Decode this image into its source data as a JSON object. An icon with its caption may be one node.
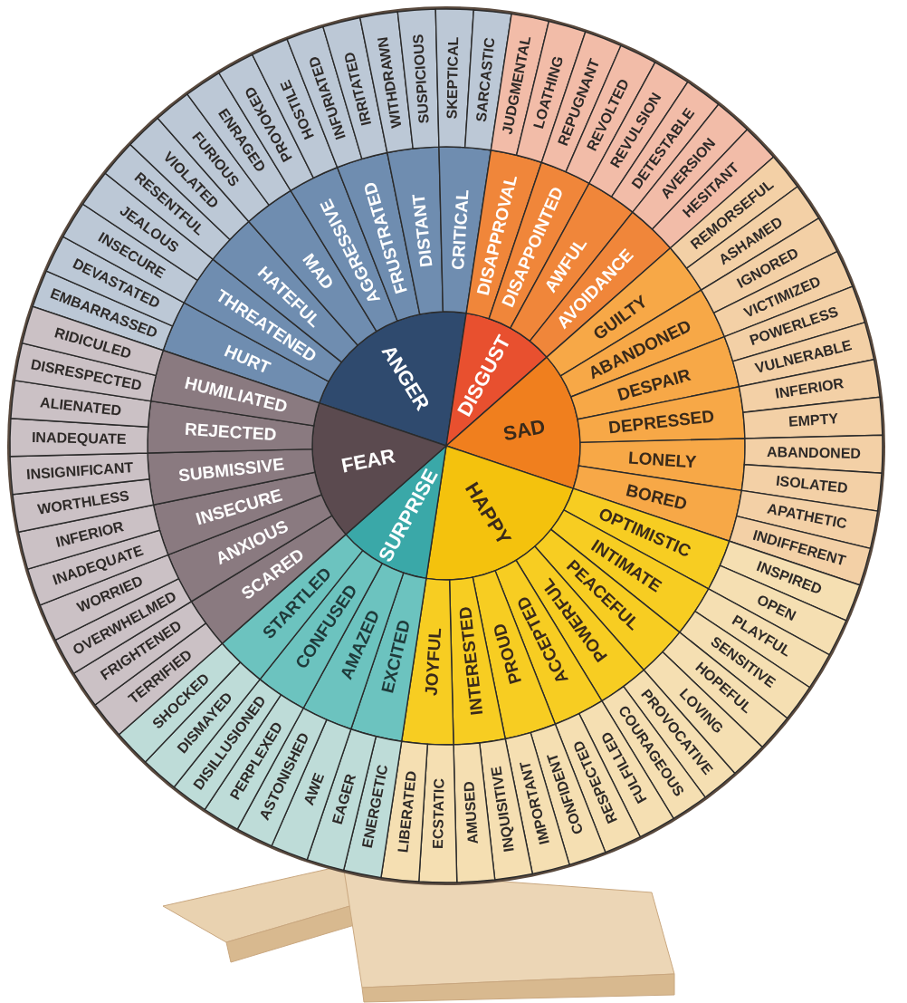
{
  "diagram": {
    "nodes": [
      {
        "text": [
          "ANGER"
        ]
      },
      {
        "text": [
          "DISGUST"
        ]
      },
      {
        "text": [
          "SAD"
        ]
      },
      {
        "text": [
          "HAPPY"
        ]
      },
      {
        "text": [
          "SURPRISE"
        ]
      },
      {
        "text": [
          "FEAR"
        ]
      },
      {
        "text": [
          "HURT"
        ]
      },
      {
        "text": [
          "THREATENED"
        ]
      },
      {
        "text": [
          "HATEFUL"
        ]
      },
      {
        "text": [
          "MAD"
        ]
      },
      {
        "text": [
          "AGGRESSIVE"
        ]
      },
      {
        "text": [
          "FRUSTRATED"
        ]
      },
      {
        "text": [
          "DISTANT"
        ]
      },
      {
        "text": [
          "CRITICAL"
        ]
      },
      {
        "text": [
          "DISAPPROVAL"
        ]
      },
      {
        "text": [
          "DISAPPOINTED"
        ]
      },
      {
        "text": [
          "AWFUL"
        ]
      },
      {
        "text": [
          "AVOIDANCE"
        ]
      },
      {
        "text": [
          "GUILTY"
        ]
      },
      {
        "text": [
          "ABANDONED"
        ]
      },
      {
        "text": [
          "DESPAIR"
        ]
      },
      {
        "text": [
          "DEPRESSED"
        ]
      },
      {
        "text": [
          "LONELY"
        ]
      },
      {
        "text": [
          "BORED"
        ]
      },
      {
        "text": [
          "OPTIMISTIC"
        ]
      },
      {
        "text": [
          "INTIMATE"
        ]
      },
      {
        "text": [
          "PEACEFUL"
        ]
      },
      {
        "text": [
          "POWERFUL"
        ]
      },
      {
        "text": [
          "ACCEPTED"
        ]
      },
      {
        "text": [
          "PROUD"
        ]
      },
      {
        "text": [
          "INTERESTED"
        ]
      },
      {
        "text": [
          "JOYFUL"
        ]
      },
      {
        "text": [
          "EXCITED"
        ]
      },
      {
        "text": [
          "AMAZED"
        ]
      },
      {
        "text": [
          "CONFUSED"
        ]
      },
      {
        "text": [
          "STARTLED"
        ]
      },
      {
        "text": [
          "SCARED"
        ]
      },
      {
        "text": [
          "ANXIOUS"
        ]
      },
      {
        "text": [
          "INSECURE"
        ]
      },
      {
        "text": [
          "SUBMISSIVE"
        ]
      },
      {
        "text": [
          "REJECTED"
        ]
      },
      {
        "text": [
          "HUMILIATED"
        ]
      },
      {
        "text": [
          "EMBARRASSED"
        ]
      },
      {
        "text": [
          "DEVASTATED"
        ]
      },
      {
        "text": [
          "INSECURE"
        ]
      },
      {
        "text": [
          "JEALOUS"
        ]
      },
      {
        "text": [
          "RESENTFUL"
        ]
      },
      {
        "text": [
          "VIOLATED"
        ]
      },
      {
        "text": [
          "FURIOUS"
        ]
      },
      {
        "text": [
          "ENRAGED"
        ]
      },
      {
        "text": [
          "PROVOKED"
        ]
      },
      {
        "text": [
          "HOSTILE"
        ]
      },
      {
        "text": [
          "INFURIATED"
        ]
      },
      {
        "text": [
          "IRRITATED"
        ]
      },
      {
        "text": [
          "WITHDRAWN"
        ]
      },
      {
        "text": [
          "SUSPICIOUS"
        ]
      },
      {
        "text": [
          "SKEPTICAL"
        ]
      },
      {
        "text": [
          "SARCASTIC"
        ]
      },
      {
        "text": [
          "JUDGMENTAL"
        ]
      },
      {
        "text": [
          "LOATHING"
        ]
      },
      {
        "text": [
          "REPUGNANT"
        ]
      },
      {
        "text": [
          "REVOLTED"
        ]
      },
      {
        "text": [
          "REVULSION"
        ]
      },
      {
        "text": [
          "DETESTABLE"
        ]
      },
      {
        "text": [
          "AVERSION"
        ]
      },
      {
        "text": [
          "HESITANT"
        ]
      },
      {
        "text": [
          "REMORSEFUL"
        ]
      },
      {
        "text": [
          "ASHAMED"
        ]
      },
      {
        "text": [
          "IGNORED"
        ]
      },
      {
        "text": [
          "VICTIMIZED"
        ]
      },
      {
        "text": [
          "POWERLESS"
        ]
      },
      {
        "text": [
          "VULNERABLE"
        ]
      },
      {
        "text": [
          "INFERIOR"
        ]
      },
      {
        "text": [
          "EMPTY"
        ]
      },
      {
        "text": [
          "ABANDONED"
        ]
      },
      {
        "text": [
          "ISOLATED"
        ]
      },
      {
        "text": [
          "APATHETIC"
        ]
      },
      {
        "text": [
          "INDIFFERENT"
        ]
      },
      {
        "text": [
          "INSPIRED"
        ]
      },
      {
        "text": [
          "OPEN"
        ]
      },
      {
        "text": [
          "PLAYFUL"
        ]
      },
      {
        "text": [
          "SENSITIVE"
        ]
      },
      {
        "text": [
          "HOPEFUL"
        ]
      },
      {
        "text": [
          "LOVING"
        ]
      },
      {
        "text": [
          "PROVOCATIVE"
        ]
      },
      {
        "text": [
          "COURAGEOUS"
        ]
      },
      {
        "text": [
          "FULFILLED"
        ]
      },
      {
        "text": [
          "RESPECTED"
        ]
      },
      {
        "text": [
          "CONFIDENT"
        ]
      },
      {
        "text": [
          "IMPORTANT"
        ]
      },
      {
        "text": [
          "INQUISITIVE"
        ]
      },
      {
        "text": [
          "AMUSED"
        ]
      },
      {
        "text": [
          "ECSTATIC"
        ]
      },
      {
        "text": [
          "LIBERATED"
        ]
      },
      {
        "text": [
          "ENERGETIC"
        ]
      },
      {
        "text": [
          "EAGER"
        ]
      },
      {
        "text": [
          "AWE"
        ]
      },
      {
        "text": [
          "ASTONISHED"
        ]
      },
      {
        "text": [
          "PERPLEXED"
        ]
      },
      {
        "text": [
          "DISILLUSIONED"
        ]
      },
      {
        "text": [
          "DISMAYED"
        ]
      },
      {
        "text": [
          "SHOCKED"
        ]
      },
      {
        "text": [
          "TERRIFIED"
        ]
      },
      {
        "text": [
          "FRIGHTENED"
        ]
      },
      {
        "text": [
          "OVERWHELMED"
        ]
      },
      {
        "text": [
          "WORRIED"
        ]
      },
      {
        "text": [
          "INADEQUATE"
        ]
      },
      {
        "text": [
          "INFERIOR"
        ]
      },
      {
        "text": [
          "WORTHLESS"
        ]
      },
      {
        "text": [
          "INSIGNIFICANT"
        ]
      },
      {
        "text": [
          "INADEQUATE"
        ]
      },
      {
        "text": [
          "ALIENATED"
        ]
      },
      {
        "text": [
          "DISRESPECTED"
        ]
      },
      {
        "text": [
          "RIDICULED"
        ]
      }
    ]
  }
}
